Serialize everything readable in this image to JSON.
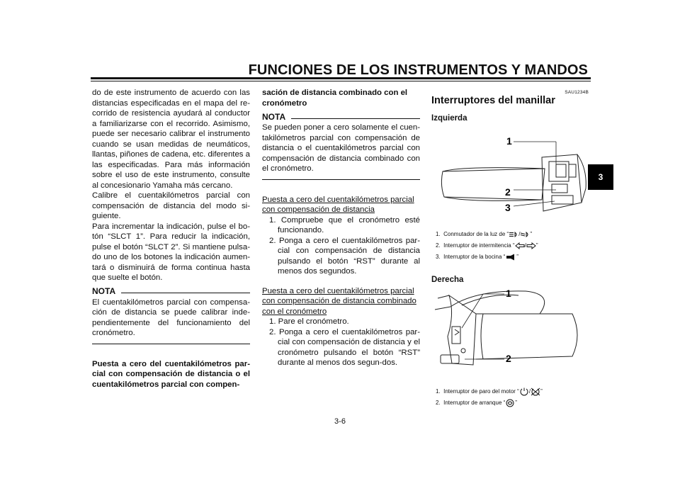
{
  "header": {
    "title": "FUNCIONES DE LOS INSTRUMENTOS Y MANDOS"
  },
  "chapter_tab": "3",
  "page_number": "3-6",
  "col1": {
    "p1": "do de este instrumento de acuerdo con las distancias especificadas en el mapa del re-corrido de resistencia ayudará al conductor a familiarizarse con el recorrido. Asimismo, puede ser necesario calibrar el instrumento cuando se usan medidas de neumáticos, llantas, piñones de cadena, etc. diferentes a las especificadas. Para más información sobre el uso de este instrumento, consulte al concesionario Yamaha más cercano.",
    "p2": "Calibre el cuentakilómetros parcial con compensación de distancia del modo si-guiente.",
    "p3": "Para incrementar la indicación, pulse el bo-tón “SLCT 1”. Para reducir la indicación, pulse el botón “SLCT 2”. Si mantiene pulsa-do uno de los botones la indicación aumen-tará o disminuirá de forma continua hasta que suelte el botón.",
    "nota_label": "NOTA",
    "nota_text": "El cuentakilómetros parcial con compensa-ción de distancia se puede calibrar inde-pendientemente del funcionamiento del cronómetro.",
    "heading": "Puesta a cero del cuentakilómetros par-cial con compensación de distancia o el cuentakilómetros parcial con compen-"
  },
  "col2": {
    "heading": "sación de distancia combinado con el cronómetro",
    "nota_label": "NOTA",
    "nota_text": "Se pueden poner a cero solamente el cuen-takilómetros parcial con compensación de distancia o el cuentakilómetros parcial con compensación de distancia combinado con el cronómetro.",
    "sub1": "Puesta a cero del cuentakilómetros parcial con compensación de distancia",
    "sub1_steps": [
      "1. Compruebe que el cronómetro esté funcionando.",
      "2. Ponga a cero el cuentakilómetros par-cial con compensación de distancia pulsando el botón “RST” durante al menos dos segundos."
    ],
    "sub2": "Puesta a cero del cuentakilómetros parcial con compensación de distancia combinado con el cronómetro",
    "sub2_steps": [
      "1. Pare el cronómetro.",
      "2. Ponga a cero el cuentakilómetros par-cial con compensación de distancia y el cronómetro pulsando el botón “RST” durante al menos dos segun-dos."
    ]
  },
  "col3": {
    "code": "SAU1234B",
    "title": "Interruptores del manillar",
    "left_label": "Izquierda",
    "right_label": "Derecha",
    "fig1_callouts": [
      "1",
      "2",
      "3"
    ],
    "fig2_callouts": [
      "1",
      "2"
    ],
    "left_captions": [
      {
        "num": "1.",
        "text": "Conmutador de la luz de “",
        "icons": [
          "high-beam-icon",
          "low-beam-icon"
        ],
        "sep": "/",
        "end": "”"
      },
      {
        "num": "2.",
        "text": "Interruptor de intermitencia “",
        "icons": [
          "turn-left-icon",
          "turn-right-icon"
        ],
        "sep": "/",
        "end": "”"
      },
      {
        "num": "3.",
        "text": "Interruptor de la bocina “",
        "icons": [
          "horn-icon"
        ],
        "sep": "",
        "end": "”"
      }
    ],
    "right_captions": [
      {
        "num": "1.",
        "text": "Interruptor de paro del motor “",
        "icons": [
          "engine-run-icon",
          "engine-stop-icon"
        ],
        "sep": "/",
        "end": "”"
      },
      {
        "num": "2.",
        "text": "Interruptor de arranque “",
        "icons": [
          "engine-start-icon"
        ],
        "sep": "",
        "end": "”"
      }
    ]
  }
}
